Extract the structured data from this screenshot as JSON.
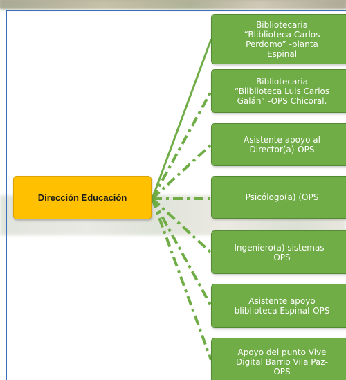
{
  "diagram": {
    "root": {
      "label": "Dirección Educación"
    },
    "children": [
      {
        "label": "Bibliotecaria\n“Blibliotеca Carlos\nPerdomo” -planta\nEspinal",
        "connector": "solid"
      },
      {
        "label": "Bibliotecaria\n“Blibliotеca Luis Carlos\nGalán” -OPS Chicoral.",
        "connector": "dash-dot"
      },
      {
        "label": "Asistente apoyo al\nDirector(a)-OPS",
        "connector": "dash-dot"
      },
      {
        "label": "Psicólogo(a) (OPS",
        "connector": "dash-dot"
      },
      {
        "label": "Ingeniero(a) sistemas -\nOPS",
        "connector": "dash-dot"
      },
      {
        "label": "Asistente apoyo\nblibliotеca Espinal-OPS",
        "connector": "dash-dot"
      },
      {
        "label": "Apoyo del punto Vive\nDigital Barrio Vila Paz-\nOPS",
        "connector": "dash-dot"
      }
    ]
  },
  "colors": {
    "root_fill": "#ffc000",
    "node_fill": "#70ad47",
    "connector": "#70ad47",
    "frame_border": "#3a6fb7"
  }
}
